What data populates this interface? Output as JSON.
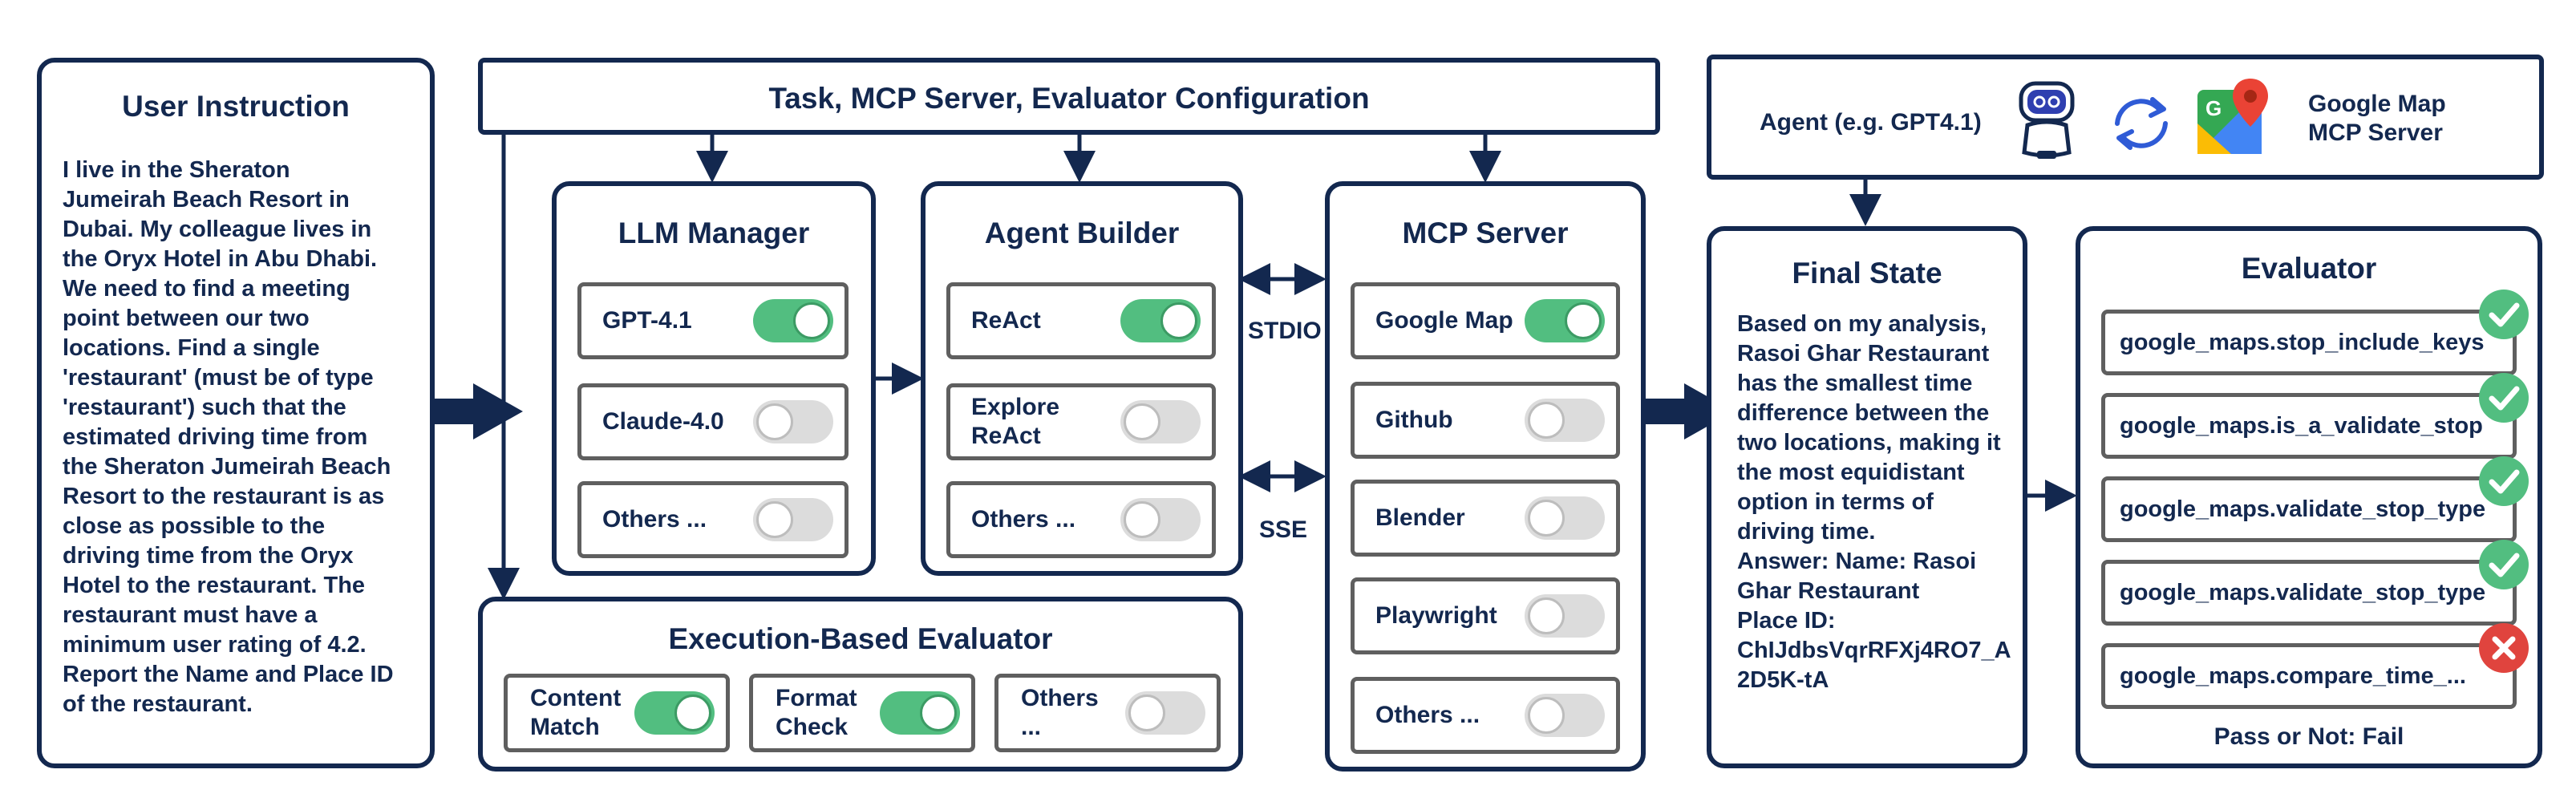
{
  "user_instruction": {
    "title": "User Instruction",
    "text": "I live in the Sheraton\nJumeirah Beach Resort in\nDubai. My colleague lives in\nthe Oryx Hotel in Abu Dhabi.\nWe need to find a meeting\npoint between our two\nlocations. Find a single\n'restaurant' (must be of type\n'restaurant') such that the\nestimated driving time from\nthe Sheraton Jumeirah Beach\nResort to the restaurant is as\nclose as possible to the\ndriving time from the Oryx\nHotel to the restaurant. The\nrestaurant must have a\nminimum user rating of 4.2.\nReport the Name and Place ID\nof the restaurant."
  },
  "config": {
    "title": "Task, MCP Server, Evaluator Configuration"
  },
  "llm_manager": {
    "title": "LLM Manager",
    "items": [
      {
        "label": "GPT-4.1",
        "enabled": true
      },
      {
        "label": "Claude-4.0",
        "enabled": false
      },
      {
        "label": "Others ...",
        "enabled": false
      }
    ]
  },
  "agent_builder": {
    "title": "Agent Builder",
    "items": [
      {
        "label": "ReAct",
        "enabled": true
      },
      {
        "label": "Explore\nReAct",
        "enabled": false
      },
      {
        "label": "Others ...",
        "enabled": false
      }
    ]
  },
  "connectors": {
    "stdio": "STDIO",
    "sse": "SSE"
  },
  "mcp_server": {
    "title": "MCP Server",
    "items": [
      {
        "label": "Google Map",
        "enabled": true
      },
      {
        "label": "Github",
        "enabled": false
      },
      {
        "label": "Blender",
        "enabled": false
      },
      {
        "label": "Playwright",
        "enabled": false
      },
      {
        "label": "Others ...",
        "enabled": false
      }
    ]
  },
  "exec_evaluator": {
    "title": "Execution-Based Evaluator",
    "items": [
      {
        "label": "Content\nMatch",
        "enabled": true
      },
      {
        "label": "Format\nCheck",
        "enabled": true
      },
      {
        "label": "Others\n...",
        "enabled": false
      }
    ]
  },
  "agent_box": {
    "agent_label": "Agent (e.g. GPT4.1)",
    "robot_icon": "robot-icon",
    "sync_icon": "sync-arrows-icon",
    "maps_icon": "google-maps-icon",
    "server_label": "Google Map\nMCP Server"
  },
  "final_state": {
    "title": "Final State",
    "text": "Based on my analysis,\nRasoi Ghar Restaurant\nhas the smallest time\ndifference between the\ntwo locations, making it\nthe most equidistant\noption in terms of\ndriving time.\nAnswer: Name: Rasoi\nGhar Restaurant\nPlace ID:\nChIJdbsVqrRFXj4RO7_A\n2D5K-tA"
  },
  "evaluator": {
    "title": "Evaluator",
    "checks": [
      {
        "label": "google_maps.stop_include_keys",
        "status": "pass"
      },
      {
        "label": "google_maps.is_a_validate_stop",
        "status": "pass"
      },
      {
        "label": "google_maps.validate_stop_type",
        "status": "pass"
      },
      {
        "label": "google_maps.validate_stop_type",
        "status": "pass"
      },
      {
        "label": "google_maps.compare_time_...",
        "status": "fail"
      }
    ],
    "result": "Pass or Not: Fail"
  },
  "colors": {
    "navy": "#13284f",
    "toggle_on": "#52be80",
    "toggle_off": "#dcdcdc",
    "pass": "#52be80",
    "fail": "#e0443e"
  }
}
